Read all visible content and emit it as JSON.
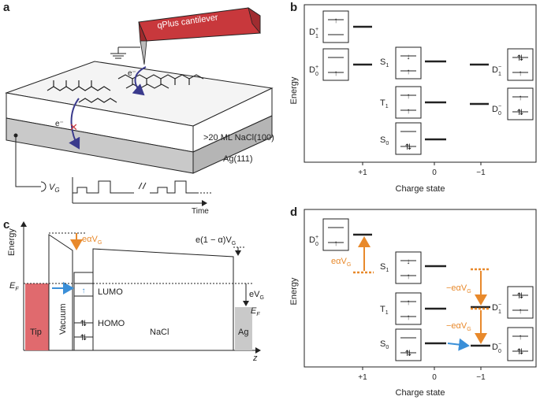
{
  "panels": {
    "a": {
      "label": "a",
      "cantilever": "qPlus cantilever",
      "layer": ">20 ML NaCl(100)",
      "substrate": "Ag(111)",
      "electron1": "e⁻",
      "electron2": "e⁻",
      "bias": "V",
      "bias_sub": "G",
      "time": "Time"
    },
    "b": {
      "label": "b",
      "ylabel": "Energy",
      "xlabel": "Charge state",
      "ticks": [
        "+1",
        "0",
        "−1"
      ],
      "states": {
        "D1p": "D",
        "D1p_sub": "1",
        "D1p_sup": "+",
        "D0p": "D",
        "D0p_sub": "0",
        "D0p_sup": "+",
        "S1": "S",
        "S1_sub": "1",
        "T1": "T",
        "T1_sub": "1",
        "S0": "S",
        "S0_sub": "0",
        "D1m": "D",
        "D1m_sub": "1",
        "D1m_sup": "−",
        "D0m": "D",
        "D0m_sub": "0",
        "D0m_sup": "−"
      }
    },
    "c": {
      "label": "c",
      "ylabel": "Energy",
      "xaxis": "z",
      "ef_left": "E",
      "ef_left_sub": "F",
      "ef_right": "E",
      "ef_right_sub": "F",
      "tip": "Tip",
      "vacuum": "Vacuum",
      "nacl": "NaCl",
      "ag": "Ag",
      "lumo": "LUMO",
      "homo": "HOMO",
      "shift": "eαV",
      "shift_sub": "G",
      "drop": "e(1 − α)V",
      "drop_sub": "G",
      "evg": "eV",
      "evg_sub": "G"
    },
    "d": {
      "label": "d",
      "ylabel": "Energy",
      "xlabel": "Charge state",
      "ticks": [
        "+1",
        "0",
        "−1"
      ],
      "shift_left": "eαV",
      "shift_left_sub": "G",
      "shift_right1": "−eαV",
      "shift_right1_sub": "G",
      "shift_right2": "−eαV",
      "shift_right2_sub": "G",
      "states": {
        "D0p": "D",
        "D0p_sub": "0",
        "D0p_sup": "+",
        "S1": "S",
        "S1_sub": "1",
        "T1": "T",
        "T1_sub": "1",
        "S0": "S",
        "S0_sub": "0",
        "D1m": "D",
        "D1m_sub": "1",
        "D1m_sup": "−",
        "D0m": "D",
        "D0m_sub": "0",
        "D0m_sup": "−"
      }
    }
  },
  "colors": {
    "orange": "#e8892b",
    "blue": "#3a8fd8",
    "red": "#c8383c",
    "tipfill": "#e06a6e",
    "gray": "#c9c9c9",
    "purple": "#3a3a8c"
  }
}
